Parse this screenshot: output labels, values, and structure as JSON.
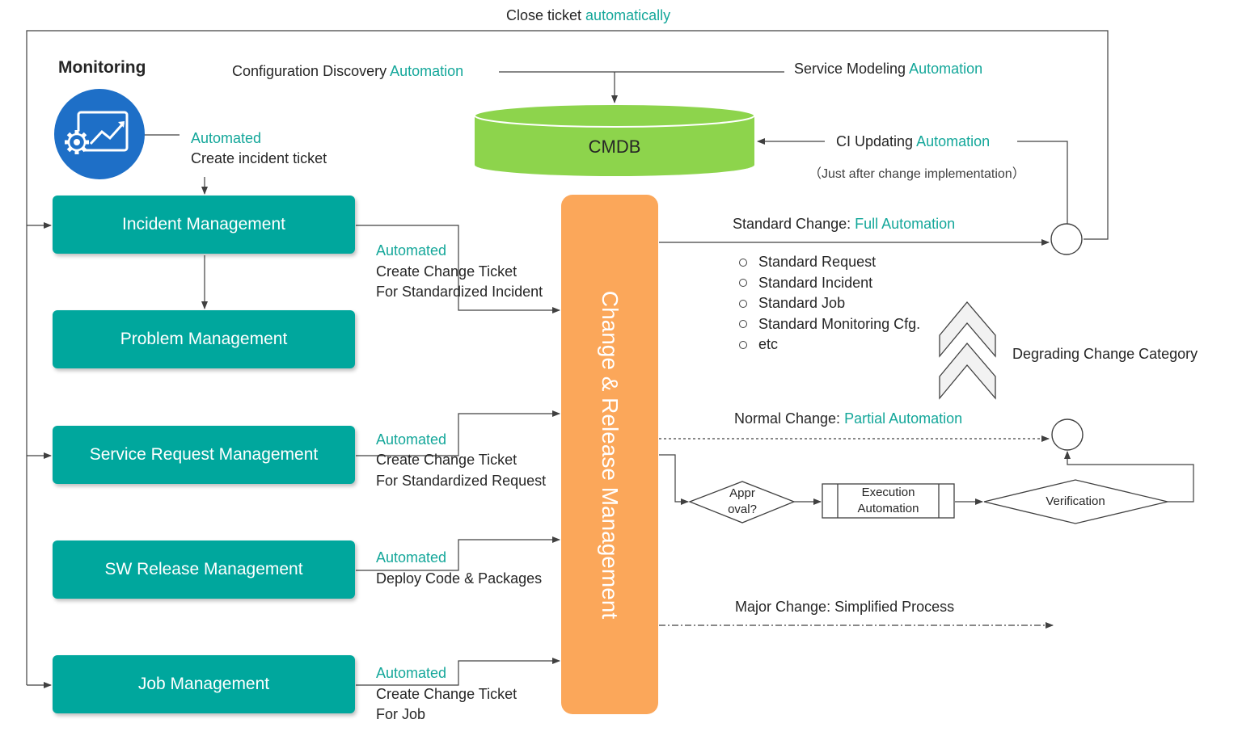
{
  "top": {
    "close_prefix": "Close ticket ",
    "close_accent": "automatically"
  },
  "monitoring": {
    "title": "Monitoring",
    "auto": "Automated",
    "desc": "Create incident ticket"
  },
  "cmdb": {
    "label": "CMDB",
    "discovery_prefix": "Configuration Discovery ",
    "discovery_accent": "Automation",
    "modeling_prefix": "Service Modeling ",
    "modeling_accent": "Automation",
    "ci_prefix": "CI Updating ",
    "ci_accent": "Automation",
    "ci_note": "（Just after change implementation）"
  },
  "boxes": {
    "incident": "Incident Management",
    "problem": "Problem Management",
    "service_request": "Service Request Management",
    "sw_release": "SW Release Management",
    "job": "Job Management"
  },
  "feeds": {
    "incident": {
      "auto": "Automated",
      "l1": "Create Change Ticket",
      "l2": "For Standardized Incident"
    },
    "request": {
      "auto": "Automated",
      "l1": "Create Change Ticket",
      "l2": "For Standardized Request"
    },
    "release": {
      "auto": "Automated",
      "l1": "Deploy Code & Packages"
    },
    "job": {
      "auto": "Automated",
      "l1": "Create Change Ticket",
      "l2": "For Job"
    }
  },
  "crm": {
    "label": "Change & Release Management"
  },
  "standard": {
    "prefix": "Standard Change: ",
    "accent": "Full Automation",
    "items": [
      "Standard Request",
      "Standard Incident",
      "Standard Job",
      "Standard Monitoring Cfg.",
      "etc"
    ]
  },
  "degrading": "Degrading Change Category",
  "normal": {
    "prefix": "Normal Change: ",
    "accent": "Partial Automation",
    "approval_l1": "Appr",
    "approval_l2": "oval?",
    "exec_l1": "Execution",
    "exec_l2": "Automation",
    "verification": "Verification"
  },
  "major": "Major Change: Simplified Process",
  "colors": {
    "teal_box": "#00a79d",
    "accent_text": "#14a79a",
    "cmdb_green": "#8dd44c",
    "orange": "#fba75a"
  }
}
